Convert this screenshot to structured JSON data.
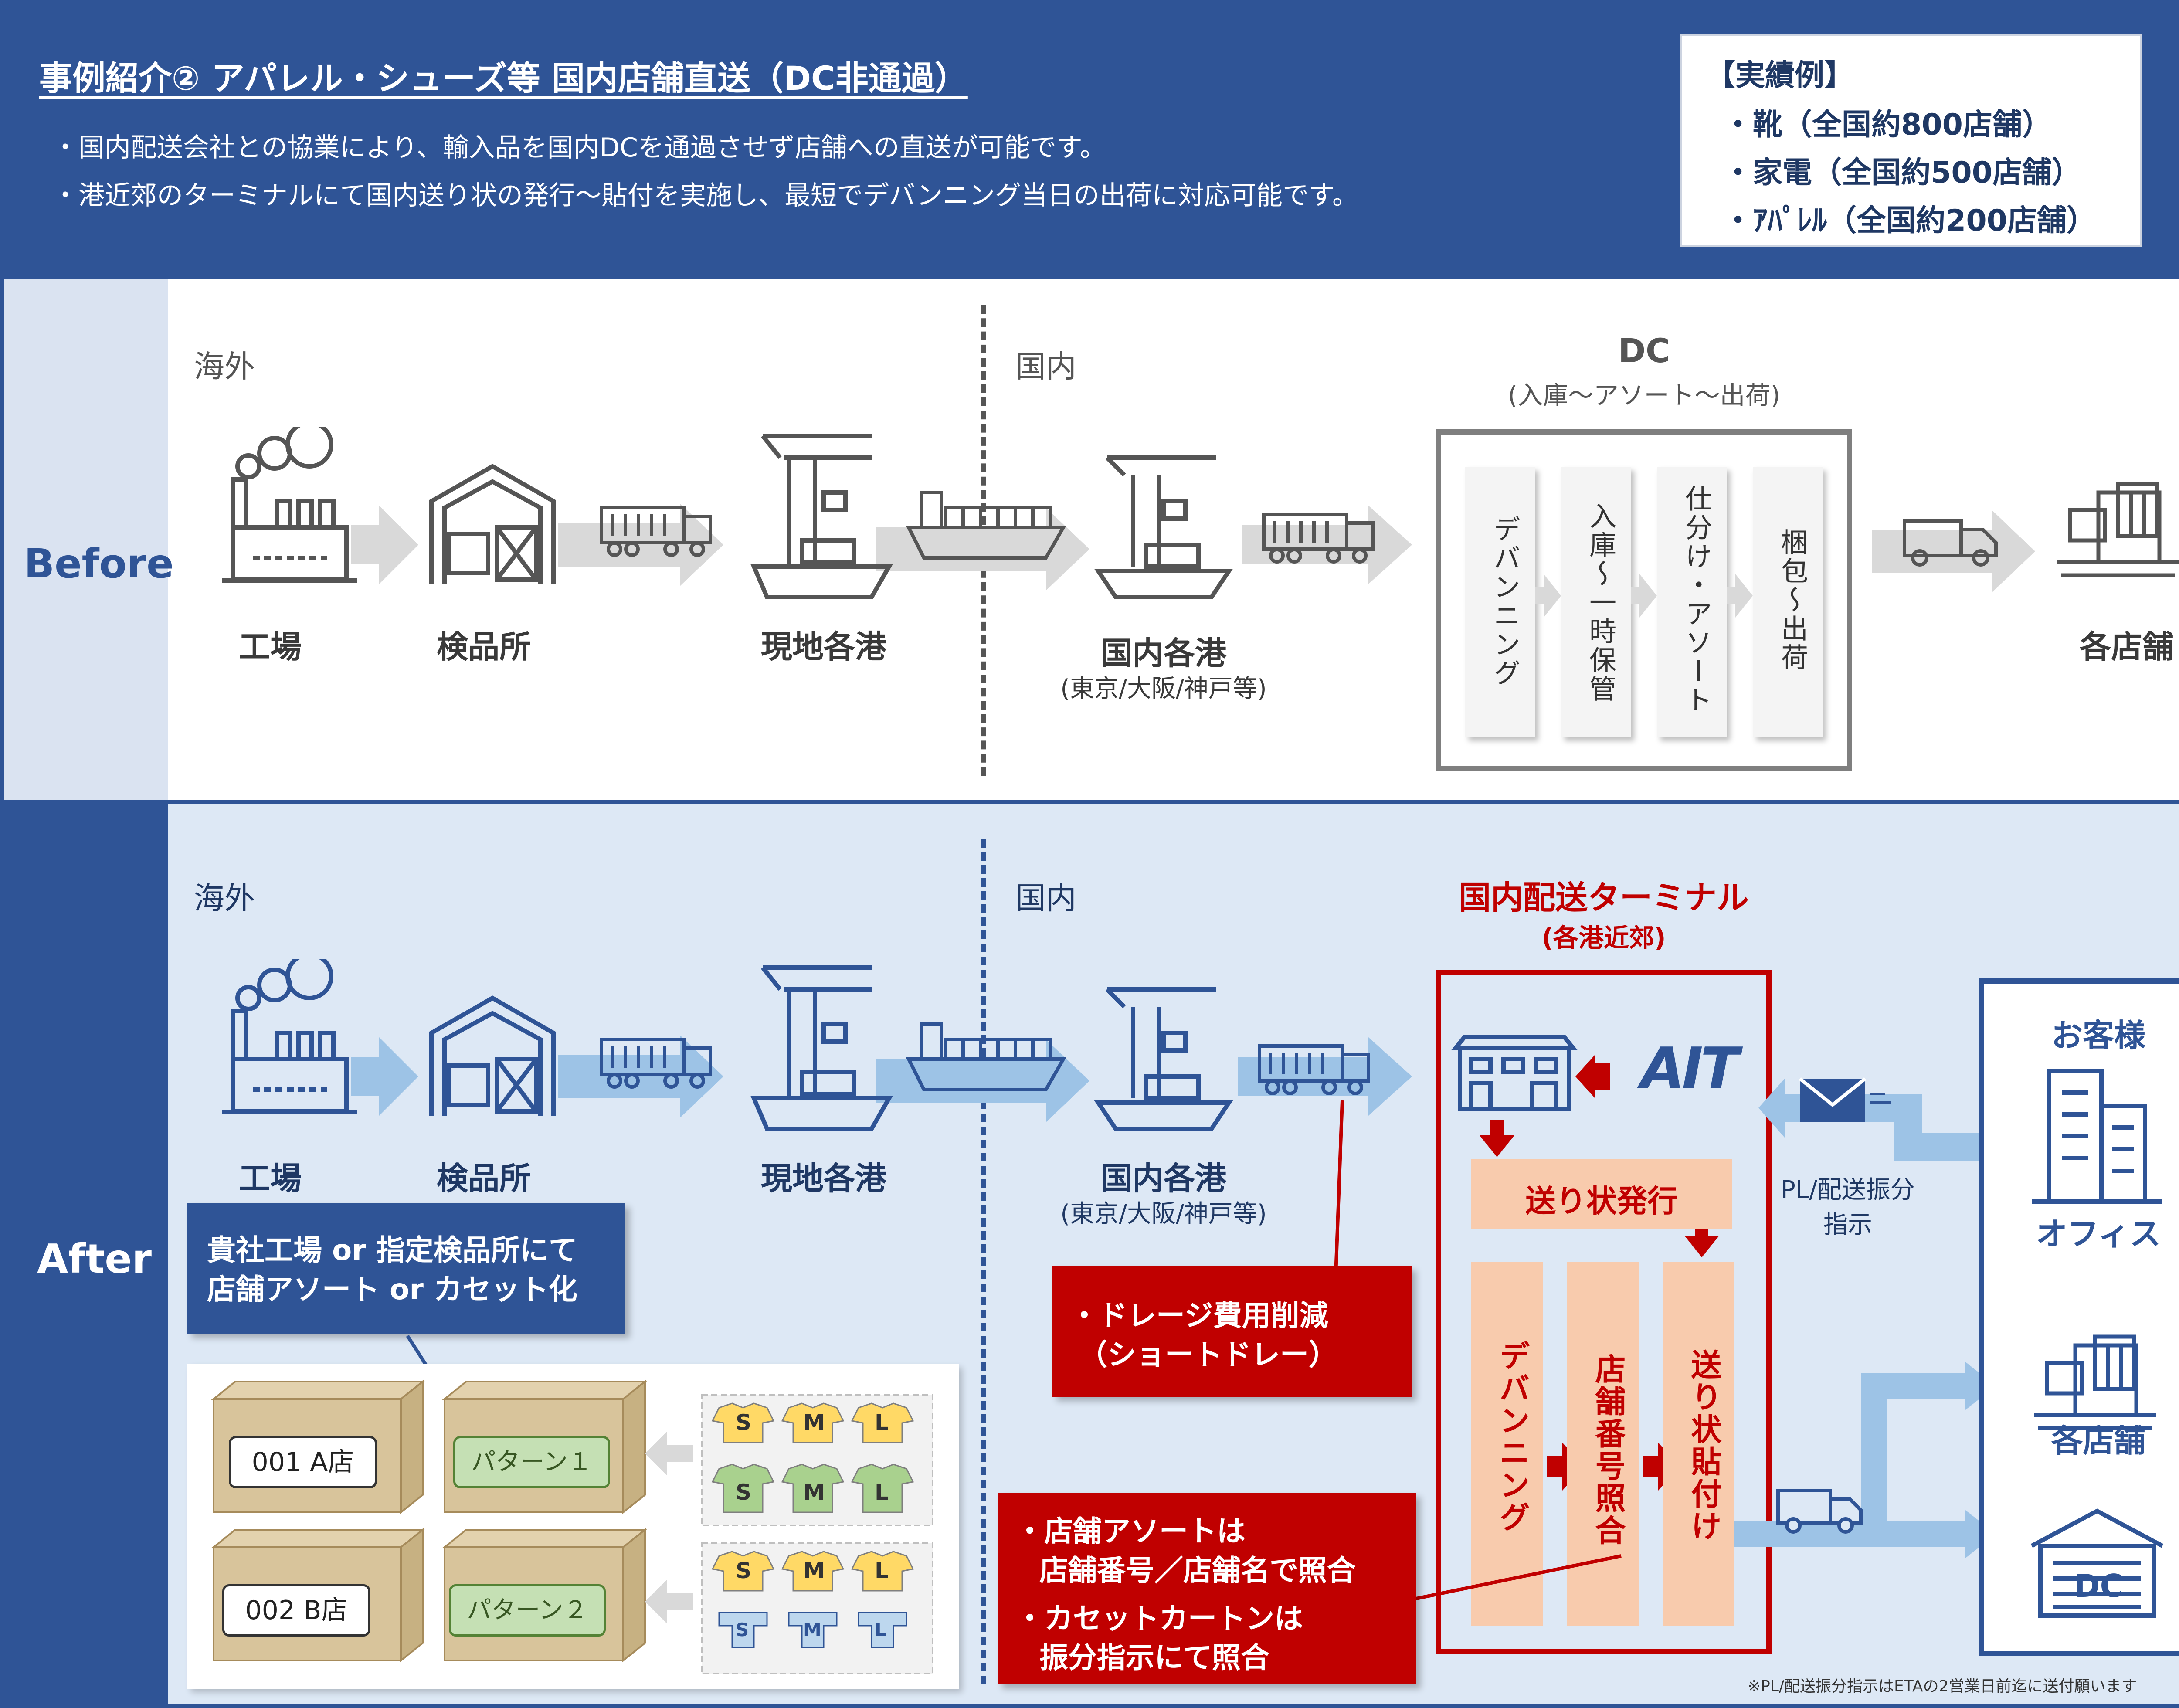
{
  "header": {
    "title": "事例紹介② アパレル・シューズ等 国内店舗直送（DC非通過）",
    "bullets": [
      "・国内配送会社との協業により、輸入品を国内DCを通過させず店舗への直送が可能です。",
      "・港近郊のターミナルにて国内送り状の発行～貼付を実施し、最短でデバンニング当日の出荷に対応可能です。"
    ]
  },
  "results": {
    "title": "【実績例】",
    "items": [
      "・靴（全国約800店舗）",
      "・家電（全国約500店舗）",
      "・ｱﾊﾟﾚﾙ（全国約200店舗）"
    ]
  },
  "before": {
    "label": "Before",
    "region_overseas": "海外",
    "region_domestic": "国内",
    "nodes": {
      "factory": "工場",
      "inspection": "検品所",
      "local_port": "現地各港",
      "domestic_port": "国内各港",
      "domestic_port_sub": "(東京/大阪/神戸等)",
      "stores": "各店舗"
    },
    "dc": {
      "title": "DC",
      "subtitle": "(入庫～アソート～出荷)",
      "steps": [
        "デバンニング",
        "入庫～一時保管",
        "仕分け・アソート",
        "梱包～出荷"
      ]
    }
  },
  "after": {
    "label": "After",
    "region_overseas": "海外",
    "region_domestic": "国内",
    "nodes": {
      "factory": "工場",
      "inspection": "検品所",
      "local_port": "現地各港",
      "domestic_port": "国内各港",
      "domestic_port_sub": "(東京/大阪/神戸等)"
    },
    "terminal": {
      "title": "国内配送ターミナル",
      "subtitle": "(各港近郊)",
      "logo": "AIT",
      "issue_label": "送り状発行",
      "steps": [
        "デバンニング",
        "店舗番号照合",
        "送り状貼付け"
      ]
    },
    "pl_label_1": "PL/配送振分",
    "pl_label_2": "指示",
    "customer": {
      "title": "お客様",
      "office": "オフィス",
      "stores": "各店舗",
      "dc": "DC"
    },
    "callout_factory": [
      "貴社工場 or 指定検品所にて",
      "店舗アソート or カセット化"
    ],
    "callout_drayage": [
      "・ドレージ費用削減",
      "（ショートドレー）"
    ],
    "callout_matching": [
      "・店舗アソートは",
      "店舗番号／店舗名で照合",
      "・カセットカートンは",
      "振分指示にて照合"
    ],
    "boxes": {
      "box1_label": "001 A店",
      "box1_tag": "パターン１",
      "box2_label": "002 B店",
      "box2_tag": "パターン２",
      "sizes": [
        "S",
        "M",
        "L"
      ]
    },
    "footnote": "※PL/配送振分指示はETAの2営業日前迄に送付願います"
  },
  "colors": {
    "navy": "#2f5496",
    "red": "#c00000",
    "salmon": "#f8cbad",
    "light_blue": "#9dc3e6",
    "gray": "#d9d9d9"
  }
}
